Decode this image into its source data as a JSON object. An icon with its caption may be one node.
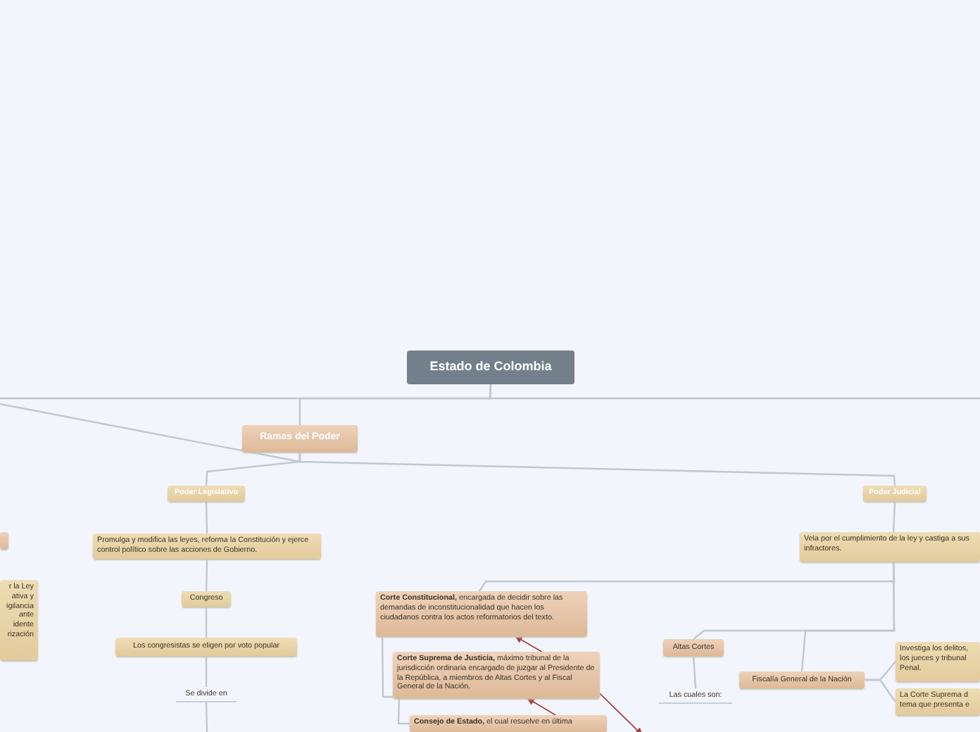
{
  "diagram": {
    "nodes": [
      {
        "text": [
          "Estado de Colombia"
        ]
      },
      {
        "text": [
          "Ramas del Poder"
        ]
      },
      {
        "text": [
          "Poder Legislativo"
        ]
      },
      {
        "text": [
          "Promulga y modifica las leyes, reforma la Constitución y ejerce control político sobre las acciones de Gobierno."
        ]
      },
      {
        "text": [
          "Congreso"
        ]
      },
      {
        "text": [
          "Los congresistas se eligen por voto popular"
        ]
      },
      {
        "text": [
          "Se divide en"
        ]
      },
      {
        "text": [
          "Poder Judicial"
        ]
      },
      {
        "text": [
          "Vela por el cumplimiento de la ley y castiga a sus infractores."
        ]
      },
      {
        "text": [
          "**Corte Constitucional,** encargada de decidir sobre las demandas de inconstitucionalidad que hacen los ciudadanos contra los actos reformatorios del texto."
        ]
      },
      {
        "text": [
          "**Corte Suprema de Justicia,** máximo tribunal de la jurisdicción ordinaria encargado de juzgar al Presidente de la República, a miembros de Altas Cortes y al Fiscal General de la Nación."
        ]
      },
      {
        "text": [
          "**Consejo de Estado,** el cual resuelve en última"
        ]
      },
      {
        "text": [
          "Altas Cortes"
        ]
      },
      {
        "text": [
          "Las cuales son:"
        ]
      },
      {
        "text": [
          "Fiscalía General de la Nación"
        ]
      },
      {
        "text": [
          "Investiga los delitos, los jueces y tribunal Penal."
        ]
      },
      {
        "text": [
          "La Corte Suprema d tema que presenta e"
        ]
      },
      {
        "text": [],
        "shape": "box"
      },
      {
        "text": [
          "r la Ley ativa y igilancia ante idente rización"
        ]
      }
    ],
    "edges": [
      {
        "from": 0,
        "to": 1,
        "arrow": "none"
      },
      {
        "from": 0,
        "to": null,
        "arrow": "none"
      },
      {
        "from": 0,
        "to": null,
        "arrow": "none"
      },
      {
        "from": 1,
        "to": null,
        "arrow": "none"
      },
      {
        "from": 1,
        "to": 2,
        "arrow": "none"
      },
      {
        "from": 1,
        "to": 7,
        "arrow": "none"
      },
      {
        "from": 2,
        "to": 3,
        "arrow": "none"
      },
      {
        "from": 3,
        "to": 4,
        "arrow": "none"
      },
      {
        "from": 4,
        "to": 5,
        "arrow": "none"
      },
      {
        "from": 5,
        "to": 6,
        "arrow": "none"
      },
      {
        "from": 6,
        "to": null,
        "arrow": "none"
      },
      {
        "from": 7,
        "to": 8,
        "arrow": "none"
      },
      {
        "from": 8,
        "to": 9,
        "arrow": "none"
      },
      {
        "from": 8,
        "to": 12,
        "arrow": "none"
      },
      {
        "from": 8,
        "to": 14,
        "arrow": "none"
      },
      {
        "from": 12,
        "to": 13,
        "arrow": "none"
      },
      {
        "from": 14,
        "to": 15,
        "arrow": "none"
      },
      {
        "from": 14,
        "to": 16,
        "arrow": "none"
      },
      {
        "from": 9,
        "to": 10,
        "arrow": "none"
      },
      {
        "from": 10,
        "to": 11,
        "arrow": "none"
      },
      {
        "from": 10,
        "to": 9,
        "arrow": "to",
        "color": "#a8423c"
      },
      {
        "from": 11,
        "to": 10,
        "arrow": "to",
        "color": "#a8423c"
      },
      {
        "from": 10,
        "to": null,
        "arrow": "to",
        "color": "#a8423c"
      }
    ]
  }
}
